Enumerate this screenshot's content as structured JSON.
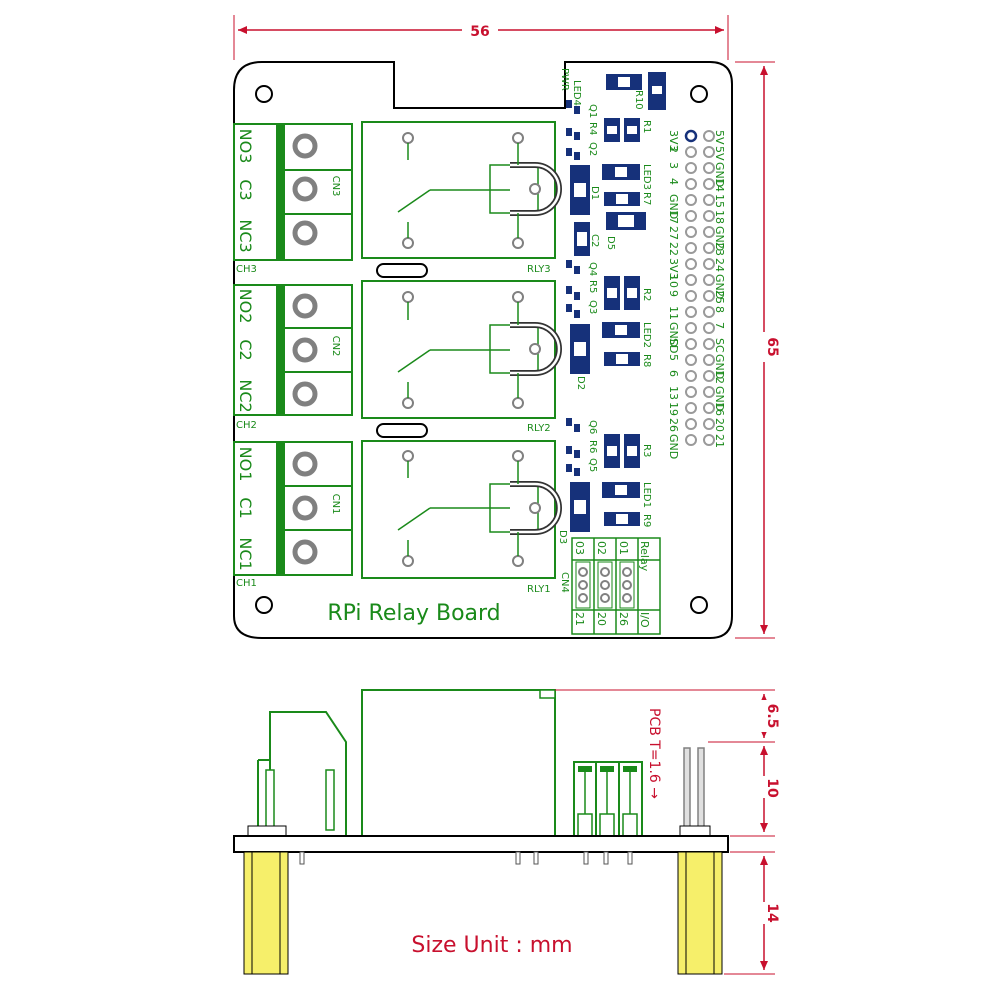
{
  "dimensions": {
    "width": "56",
    "height": "65",
    "relay_height": "6.5",
    "header_height": "10",
    "pin_length": "14",
    "pcb_thickness": "PCB T=1.6 →"
  },
  "board": {
    "title": "RPi Relay Board",
    "size_unit": "Size Unit : mm",
    "terminals": [
      {
        "channel": "CH3",
        "connector": "CN3",
        "relay": "RLY3",
        "labels": [
          "NO3",
          "C3",
          "NC3"
        ]
      },
      {
        "channel": "CH2",
        "connector": "CN2",
        "relay": "RLY2",
        "labels": [
          "NO2",
          "C2",
          "NC2"
        ]
      },
      {
        "channel": "CH1",
        "connector": "CN1",
        "relay": "RLY1",
        "labels": [
          "NO1",
          "C1",
          "NC1"
        ]
      }
    ],
    "header": {
      "cn4": "CN4",
      "relay_label": "Relay",
      "io_label": "I/O",
      "relays": [
        "01",
        "02",
        "03"
      ],
      "gpio": [
        "26",
        "20",
        "21"
      ]
    },
    "components": {
      "led4": "LED4",
      "pwr": "PWR",
      "r10": "R10",
      "q1": "Q1",
      "r4": "R4",
      "q2": "Q2",
      "r1": "R1",
      "led3": "LED3",
      "r7": "R7",
      "d1": "D1",
      "d5": "D5",
      "c2": "C2",
      "q4": "Q4",
      "r5": "R5",
      "q3": "Q3",
      "r2": "R2",
      "led2": "LED2",
      "r8": "R8",
      "d2": "D2",
      "q6": "Q6",
      "r6": "R6",
      "q5": "Q5",
      "r3": "R3",
      "led1": "LED1",
      "r9": "R9",
      "d3": "D3"
    },
    "gpio_left": [
      "3V3",
      "2",
      "3",
      "4",
      "GND",
      "17",
      "27",
      "22",
      "3V3",
      "10",
      "9",
      "11",
      "GND",
      "SD",
      "5",
      "6",
      "13",
      "19",
      "26",
      "GND"
    ],
    "gpio_right": [
      "5V",
      "5V",
      "GND",
      "14",
      "15",
      "18",
      "GND",
      "23",
      "24",
      "GND",
      "25",
      "8",
      "7",
      "SC",
      "GND",
      "12",
      "GND",
      "16",
      "20",
      "21"
    ]
  },
  "colors": {
    "board_outline": "#000000",
    "silkscreen": "#1a8a1a",
    "dimension": "#c8102e",
    "smd": "#16317a",
    "pin_yellow": "#f6ef6a"
  }
}
